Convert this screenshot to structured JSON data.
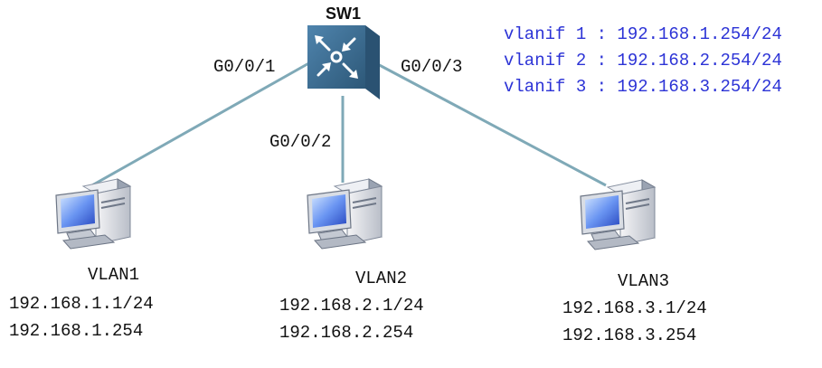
{
  "switch": {
    "name": "SW1",
    "ports": {
      "left": "G0/0/1",
      "middle": "G0/0/2",
      "right": "G0/0/3"
    }
  },
  "vlanif": [
    "vlanif 1 : 192.168.1.254/24",
    "vlanif 2 : 192.168.2.254/24",
    "vlanif 3 : 192.168.3.254/24"
  ],
  "pcs": [
    {
      "vlan": "VLAN1",
      "ip": "192.168.1.1/24",
      "gateway": "192.168.1.254"
    },
    {
      "vlan": "VLAN2",
      "ip": "192.168.2.1/24",
      "gateway": "192.168.2.254"
    },
    {
      "vlan": "VLAN3",
      "ip": "192.168.3.1/24",
      "gateway": "192.168.3.254"
    }
  ],
  "colors": {
    "link": "#7fa9b7",
    "switch_body": "#3d6d96",
    "vlanif_text": "#2c33d6"
  },
  "icons": [
    "switch-icon",
    "pc-icon"
  ]
}
